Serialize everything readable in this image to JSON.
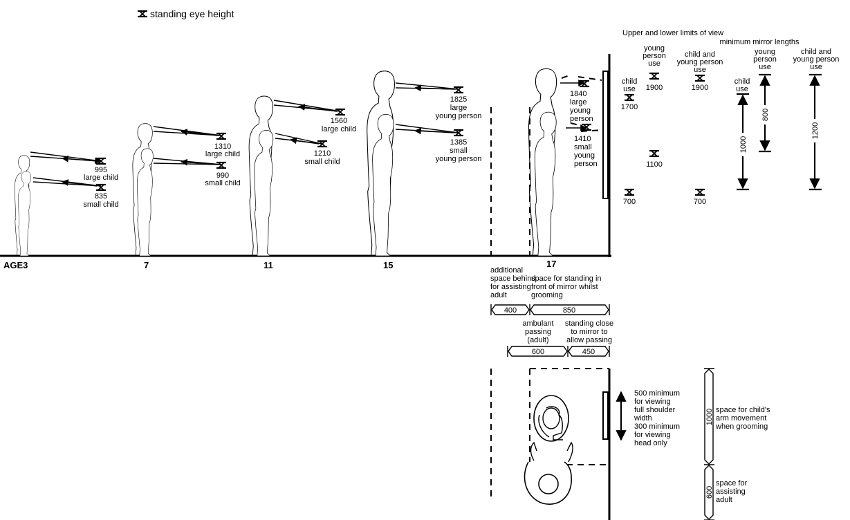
{
  "legend": {
    "symbol": "eye-height-symbol",
    "label": "standing eye height"
  },
  "ages": [
    "AGE3",
    "7",
    "11",
    "15",
    "17"
  ],
  "eye_heights": {
    "age3": {
      "large": "995",
      "large_label": "large child",
      "small": "835",
      "small_label": "small child"
    },
    "age7": {
      "large": "1310",
      "large_label": "large child",
      "small": "990",
      "small_label": "small child"
    },
    "age11": {
      "large": "1560",
      "large_label": "large child",
      "small": "1210",
      "small_label": "small child"
    },
    "age15": {
      "large": "1825",
      "large_label_1": "large",
      "large_label_2": "young person",
      "small": "1385",
      "small_label_1": "small",
      "small_label_2": "young person"
    },
    "age17": {
      "large": "1840",
      "large_label_1": "large",
      "large_label_2": "young",
      "large_label_3": "person",
      "small": "1410",
      "small_label_1": "small",
      "small_label_2": "young",
      "small_label_3": "person"
    }
  },
  "limits": {
    "title": "Upper and lower limits of view",
    "child_use_1": "child",
    "child_use_2": "use",
    "child_top": "1700",
    "child_bottom": "700",
    "young_1": "young",
    "young_2": "person",
    "young_3": "use",
    "young_top": "1900",
    "young_bottom": "1100",
    "both_1": "child and",
    "both_2": "young person",
    "both_3": "use",
    "both_top": "1900",
    "both_bottom": "700"
  },
  "mirror_lengths": {
    "title": "minimum mirror lengths",
    "child_1": "child",
    "child_2": "use",
    "child_value": "1000",
    "young_1": "young",
    "young_2": "person",
    "young_3": "use",
    "young_value": "800",
    "both_1": "child and",
    "both_2": "young person",
    "both_3": "use",
    "both_value": "1200"
  },
  "section_dims": {
    "behind_1": "additional",
    "behind_2": "space behind",
    "behind_3": "for assisting",
    "behind_4": "adult",
    "front_1": "space for standing in",
    "front_2": "front of mirror whilst",
    "front_3": "grooming",
    "d400": "400",
    "d850": "850",
    "pass_1": "ambulant",
    "pass_2": "passing",
    "pass_3": "(adult)",
    "close_1": "standing close",
    "close_2": "to mirror to",
    "close_3": "allow passing",
    "d600": "600",
    "d450": "450"
  },
  "plan": {
    "view_1": "500 minimum",
    "view_2": "for viewing",
    "view_3": "full shoulder",
    "view_4": "width",
    "view_5": "300 minimum",
    "view_6": "for viewing",
    "view_7": "head only",
    "arm_value": "1000",
    "arm_1": "space for child's",
    "arm_2": "arm movement",
    "arm_3": "when grooming",
    "assist_value": "600",
    "assist_1": "space for",
    "assist_2": "assisting",
    "assist_3": "adult"
  }
}
